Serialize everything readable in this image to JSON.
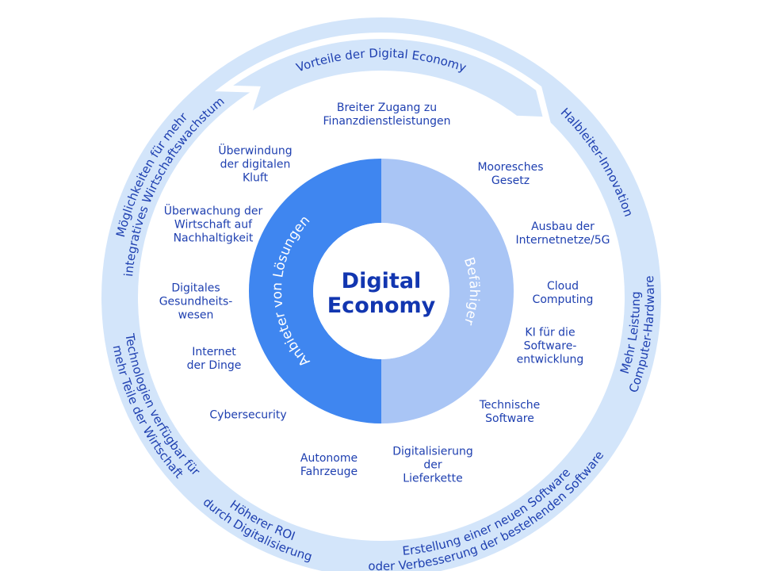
{
  "center": {
    "line1": "Digital",
    "line2": "Economy"
  },
  "donut": {
    "left_label": "Anbieter von Lösungen",
    "right_label": "Befähiger"
  },
  "outer_ring": {
    "top_banner": "Vorteile der Digital Economy",
    "segments": [
      {
        "id": "moeglichkeiten",
        "lines": [
          "Möglichkeiten für mehr",
          "integratives Wirtschaftswachstum"
        ]
      },
      {
        "id": "halbleiter",
        "lines": [
          "Halbleiter-Innovation"
        ]
      },
      {
        "id": "leistung",
        "lines": [
          "Mehr Leistung",
          "Computer-Hardware"
        ]
      },
      {
        "id": "software",
        "lines": [
          "Erstellung einer neuen Software",
          "oder Verbesserung der bestehenden Software"
        ]
      },
      {
        "id": "roi",
        "lines": [
          "Höherer ROI",
          "durch Digitalisierung"
        ]
      },
      {
        "id": "technologien",
        "lines": [
          "Technologien verfügbar für",
          "mehr Teile der Wirtschaft"
        ]
      }
    ]
  },
  "benefits": [
    "Breiter Zugang zu\nFinanzdienstleistungen",
    "Überwindung\nder digitalen\nKluft",
    "Überwachung der\nWirtschaft auf\nNachhaltigkeit",
    "Digitales\nGesundheits-\nwesen",
    "Internet\nder Dinge",
    "Cybersecurity",
    "Autonome\nFahrzeuge",
    "Digitalisierung\nder\nLieferkette"
  ],
  "enablers": [
    "Mooresches\nGesetz",
    "Ausbau der\nInternetnetze/5G",
    "Cloud\nComputing",
    "KI für die\nSoftware-\nentwicklung",
    "Technische\nSoftware"
  ],
  "colors": {
    "ring": "#d3e5fa",
    "solutions": "#3f86f0",
    "enablers": "#a9c5f5",
    "text": "#1e3fb0"
  }
}
